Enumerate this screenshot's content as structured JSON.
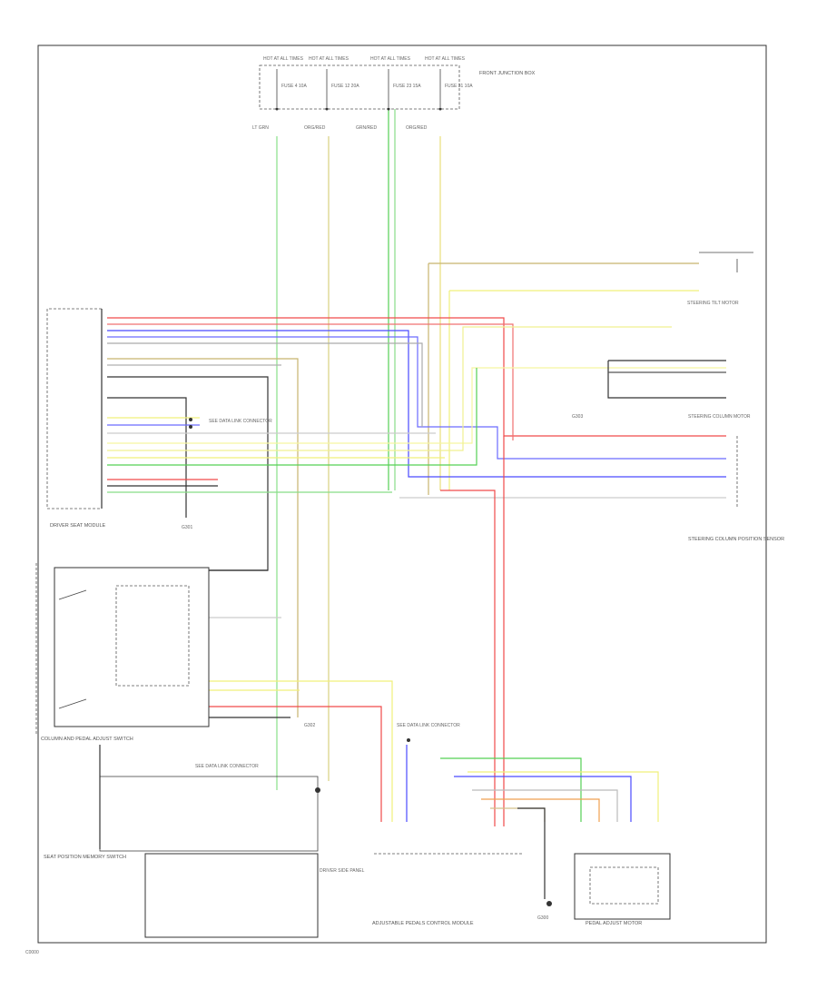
{
  "diagram": {
    "page_code": "C0000",
    "components": {
      "fuse_box": "FRONT JUNCTION BOX",
      "driver_seat_module": "DRIVER SEAT MODULE",
      "cruise_switch": "COLUMN AND PEDAL ADJUST SWITCH",
      "main_module": "ADJUSTABLE PEDALS CONTROL MODULE",
      "steering_sensor": "STEERING COLUMN POSITION SENSOR",
      "pedal_adjust_motor": "PEDAL ADJUST MOTOR",
      "seat_position": "SEAT POSITION MEMORY SWITCH",
      "steering_tilt_top": "STEERING TILT MOTOR",
      "steering_tilt_mid": "STEERING COLUMN MOTOR",
      "ground_main": "G300",
      "ground_2": "G301",
      "ground_3": "G302",
      "ground_4": "G303",
      "data_link_1": "SEE DATA LINK CONNECTOR",
      "data_link_2": "SEE DATA LINK CONNECTOR",
      "data_link_3": "SEE DATA LINK CONNECTOR",
      "driver_panel": "DRIVER SIDE PANEL"
    },
    "fuses": [
      {
        "label": "HOT AT ALL TIMES",
        "rating": "FUSE 4 10A"
      },
      {
        "label": "HOT AT ALL TIMES",
        "rating": "FUSE 12 20A"
      },
      {
        "label": "HOT AT ALL TIMES",
        "rating": "FUSE 23 15A"
      },
      {
        "label": "HOT AT ALL TIMES",
        "rating": "FUSE 31 10A"
      }
    ],
    "fuse_wires": [
      "LT GRN",
      "ORG/RED",
      "GRN/RED",
      "ORG/RED"
    ],
    "wire_colors": {
      "red": "#f04a4a",
      "blue": "#4a4aff",
      "green": "#55d055",
      "yellow": "#f0f07a",
      "tan": "#d4c08a",
      "olive": "#c8b46e",
      "gray": "#9a9a9a",
      "black": "#333333",
      "orange": "#f0a050"
    }
  }
}
